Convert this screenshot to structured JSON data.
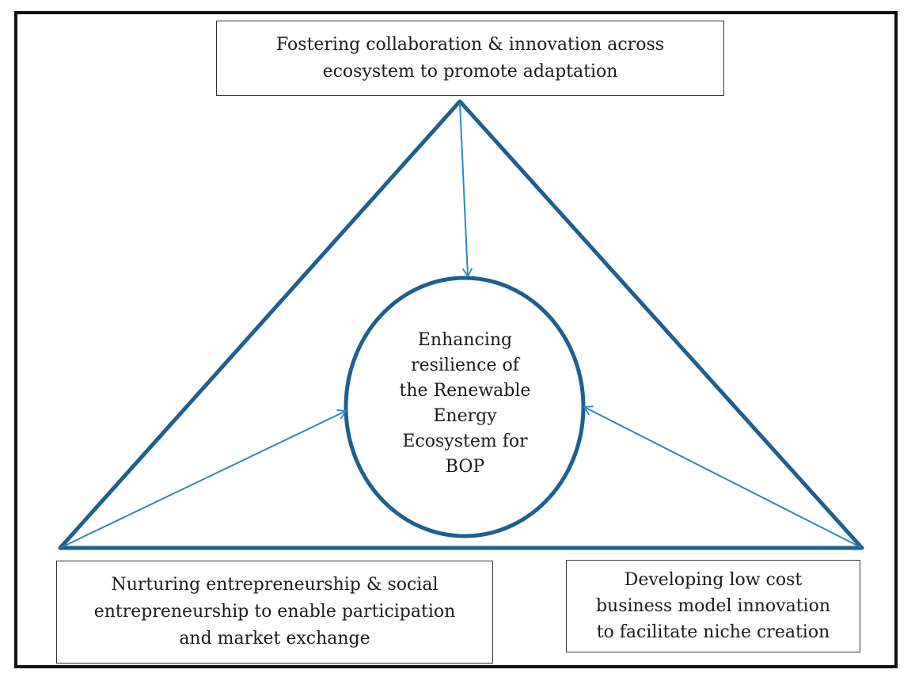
{
  "center": {
    "lines": [
      "Enhancing",
      "resilience of",
      "the Renewable",
      "Energy",
      "Ecosystem for",
      "BOP"
    ]
  },
  "top_box": {
    "lines": [
      "Fostering collaboration & innovation across",
      "ecosystem to promote adaptation"
    ]
  },
  "left_box": {
    "lines": [
      "Nurturing entrepreneurship & social",
      "entrepreneurship to enable participation",
      "and market exchange"
    ]
  },
  "right_box": {
    "lines": [
      "Developing low cost",
      "business model innovation",
      "to facilitate niche creation"
    ]
  },
  "colors": {
    "triangle": "#1f5f8b",
    "arrow": "#2e86c1",
    "frame": "#111111"
  }
}
